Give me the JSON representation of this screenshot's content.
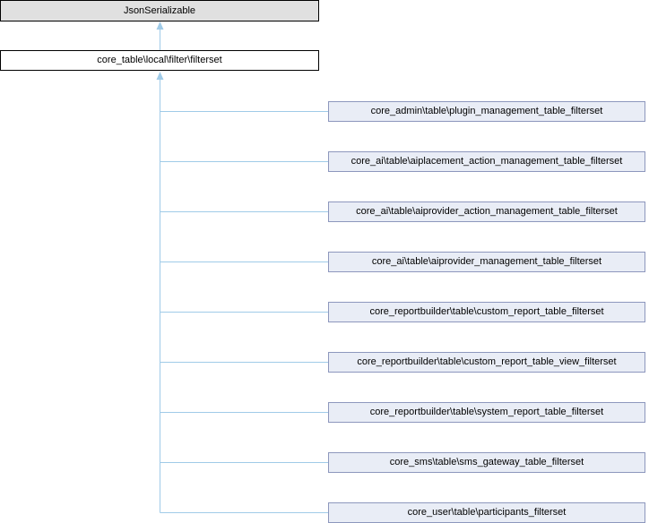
{
  "diagram": {
    "type": "class-inheritance-graph",
    "parent_class": {
      "label": "JsonSerializable"
    },
    "current_class": {
      "label": "core_table\\local\\filter\\filterset"
    },
    "derived_classes": [
      {
        "label": "core_admin\\table\\plugin_management_table_filterset"
      },
      {
        "label": "core_ai\\table\\aiplacement_action_management_table_filterset"
      },
      {
        "label": "core_ai\\table\\aiprovider_action_management_table_filterset"
      },
      {
        "label": "core_ai\\table\\aiprovider_management_table_filterset"
      },
      {
        "label": "core_reportbuilder\\table\\custom_report_table_filterset"
      },
      {
        "label": "core_reportbuilder\\table\\custom_report_table_view_filterset"
      },
      {
        "label": "core_reportbuilder\\table\\system_report_table_filterset"
      },
      {
        "label": "core_sms\\table\\sms_gateway_table_filterset"
      },
      {
        "label": "core_user\\table\\participants_filterset"
      }
    ],
    "colors": {
      "edge": "#a0cbe8",
      "parent-fill": "#e0e0e0",
      "parent-border": "#000000",
      "current-fill": "#ffffff",
      "current-border": "#000000",
      "derived-fill": "#e9edf6",
      "derived-border": "#8d97bd",
      "text": "#000000"
    }
  }
}
